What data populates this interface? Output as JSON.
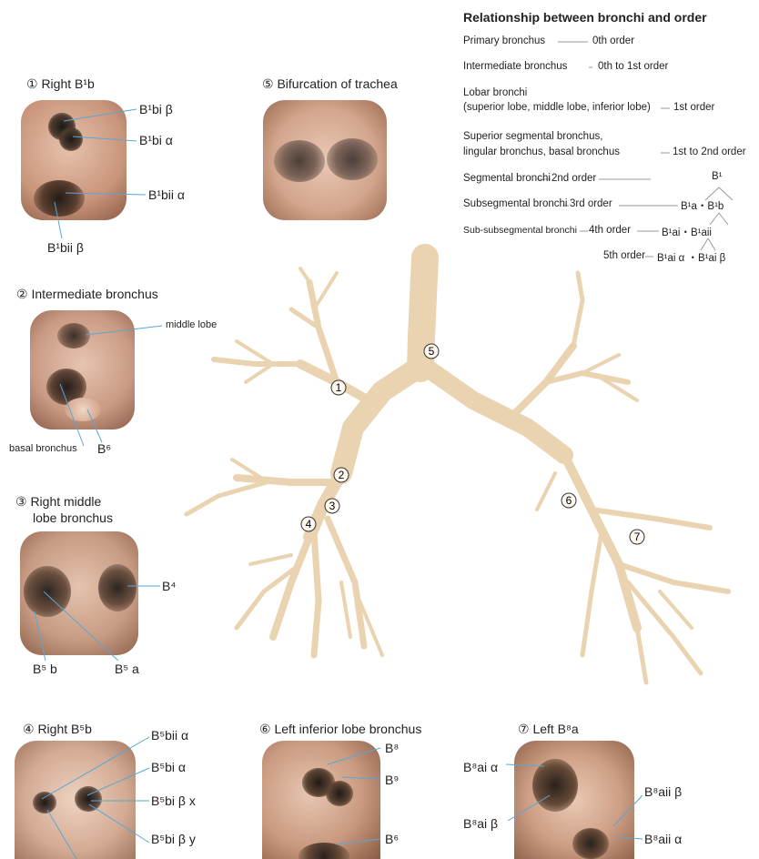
{
  "relationship": {
    "title": "Relationship between bronchi and order",
    "rows": [
      {
        "name": "Primary bronchus",
        "order": "0th order"
      },
      {
        "name": "Intermediate bronchus",
        "order": "0th to 1st order"
      },
      {
        "name": "Lobar bronchi",
        "order": ""
      },
      {
        "name": "(superior lobe, middle lobe, inferior lobe)",
        "order": "1st order"
      },
      {
        "name": "Superior segmental bronchus,",
        "order": ""
      },
      {
        "name": "lingular bronchus, basal bronchus",
        "order": "1st to 2nd order"
      },
      {
        "name": "Segmental bronchi",
        "order": "2nd order",
        "code": "B¹"
      },
      {
        "name": "Subsegmental bronchi",
        "order": "3rd order",
        "code": "B¹a・B¹b"
      },
      {
        "name": "Sub-subsegmental bronchi",
        "order": "4th order",
        "code": "B¹ai・B¹aii"
      },
      {
        "name": "",
        "order": "5th order",
        "code": "B¹ai α ・B¹ai β"
      }
    ]
  },
  "panels": {
    "p1": {
      "caption": "① Right B¹b",
      "labels": [
        "B¹bi β",
        "B¹bi α",
        "B¹bii α",
        "B¹bii β"
      ]
    },
    "p2": {
      "caption": "② Intermediate bronchus",
      "labels": [
        "middle lobe",
        "basal bronchus",
        "B⁶"
      ]
    },
    "p3": {
      "caption_line1": "③ Right middle",
      "caption_line2": "lobe bronchus",
      "labels": [
        "B⁴",
        "B⁵ b",
        "B⁵ a"
      ]
    },
    "p4": {
      "caption": "④ Right B⁵b",
      "labels": [
        "B⁵bii α",
        "B⁵bi α",
        "B⁵bi β x",
        "B⁵bi β y"
      ]
    },
    "p5": {
      "caption": "⑤ Bifurcation of trachea"
    },
    "p6": {
      "caption": "⑥ Left inferior lobe bronchus",
      "labels": [
        "B⁸",
        "B⁹",
        "B⁶"
      ]
    },
    "p7": {
      "caption": "⑦ Left B⁸a",
      "labels": [
        "B⁸ai α",
        "B⁸ai β",
        "B⁸aii β",
        "B⁸aii α"
      ]
    }
  },
  "tree_markers": [
    "1",
    "2",
    "3",
    "4",
    "5",
    "6",
    "7"
  ],
  "colors": {
    "tree": "#ecd6b4",
    "tree_dark": "#d9bc92",
    "leader": "#5aa6d6",
    "tissue": "#e3b49a"
  }
}
